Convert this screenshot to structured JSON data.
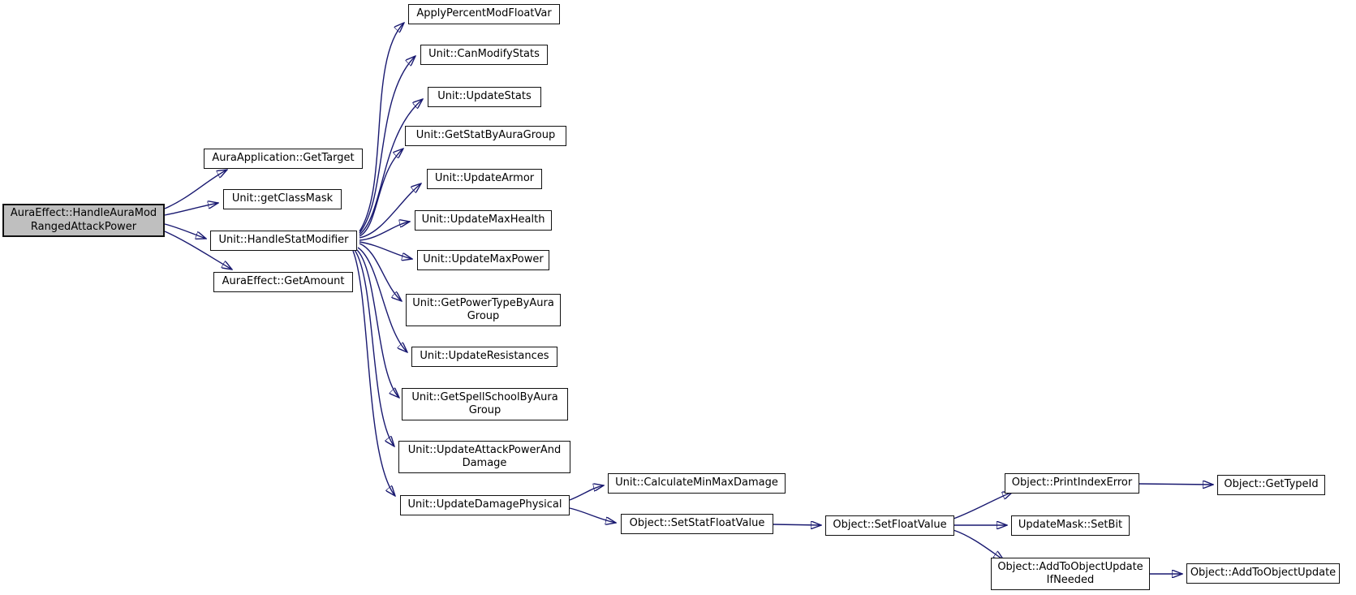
{
  "diagram": {
    "type": "call-graph",
    "background_color": "#ffffff",
    "edge_color": "#191970",
    "node_fill": "#ffffff",
    "node_border_color": "#111111",
    "highlight_fill": "#bfbfbf",
    "nodes": [
      {
        "id": "aura-effect-handle-aura-mod-ranged-attack-power",
        "label": "AuraEffect::HandleAuraMod RangedAttackPower",
        "highlighted": true
      },
      {
        "id": "aura-application-get-target",
        "label": "AuraApplication::GetTarget",
        "highlighted": false
      },
      {
        "id": "unit-get-class-mask",
        "label": "Unit::getClassMask",
        "highlighted": false
      },
      {
        "id": "unit-handle-stat-modifier",
        "label": "Unit::HandleStatModifier",
        "highlighted": false
      },
      {
        "id": "aura-effect-get-amount",
        "label": "AuraEffect::GetAmount",
        "highlighted": false
      },
      {
        "id": "apply-percent-mod-float-var",
        "label": "ApplyPercentModFloatVar",
        "highlighted": false
      },
      {
        "id": "unit-can-modify-stats",
        "label": "Unit::CanModifyStats",
        "highlighted": false
      },
      {
        "id": "unit-update-stats",
        "label": "Unit::UpdateStats",
        "highlighted": false
      },
      {
        "id": "unit-get-stat-by-aura-group",
        "label": "Unit::GetStatByAuraGroup",
        "highlighted": false
      },
      {
        "id": "unit-update-armor",
        "label": "Unit::UpdateArmor",
        "highlighted": false
      },
      {
        "id": "unit-update-max-health",
        "label": "Unit::UpdateMaxHealth",
        "highlighted": false
      },
      {
        "id": "unit-update-max-power",
        "label": "Unit::UpdateMaxPower",
        "highlighted": false
      },
      {
        "id": "unit-get-power-type-by-aura-group",
        "label": "Unit::GetPowerTypeByAura Group",
        "highlighted": false
      },
      {
        "id": "unit-update-resistances",
        "label": "Unit::UpdateResistances",
        "highlighted": false
      },
      {
        "id": "unit-get-spell-school-by-aura-group",
        "label": "Unit::GetSpellSchoolByAura Group",
        "highlighted": false
      },
      {
        "id": "unit-update-attack-power-and-damage",
        "label": "Unit::UpdateAttackPowerAnd Damage",
        "highlighted": false
      },
      {
        "id": "unit-update-damage-physical",
        "label": "Unit::UpdateDamagePhysical",
        "highlighted": false
      },
      {
        "id": "unit-calculate-min-max-damage",
        "label": "Unit::CalculateMinMaxDamage",
        "highlighted": false
      },
      {
        "id": "object-set-stat-float-value",
        "label": "Object::SetStatFloatValue",
        "highlighted": false
      },
      {
        "id": "object-set-float-value",
        "label": "Object::SetFloatValue",
        "highlighted": false
      },
      {
        "id": "object-print-index-error",
        "label": "Object::PrintIndexError",
        "highlighted": false
      },
      {
        "id": "update-mask-set-bit",
        "label": "UpdateMask::SetBit",
        "highlighted": false
      },
      {
        "id": "object-add-to-object-update-if-needed",
        "label": "Object::AddToObjectUpdate IfNeeded",
        "highlighted": false
      },
      {
        "id": "object-get-type-id",
        "label": "Object::GetTypeId",
        "highlighted": false
      },
      {
        "id": "object-add-to-object-update",
        "label": "Object::AddToObjectUpdate",
        "highlighted": false
      }
    ],
    "edges": [
      {
        "from": "aura-effect-handle-aura-mod-ranged-attack-power",
        "to": "aura-application-get-target"
      },
      {
        "from": "aura-effect-handle-aura-mod-ranged-attack-power",
        "to": "unit-get-class-mask"
      },
      {
        "from": "aura-effect-handle-aura-mod-ranged-attack-power",
        "to": "unit-handle-stat-modifier"
      },
      {
        "from": "aura-effect-handle-aura-mod-ranged-attack-power",
        "to": "aura-effect-get-amount"
      },
      {
        "from": "unit-handle-stat-modifier",
        "to": "apply-percent-mod-float-var"
      },
      {
        "from": "unit-handle-stat-modifier",
        "to": "unit-can-modify-stats"
      },
      {
        "from": "unit-handle-stat-modifier",
        "to": "unit-update-stats"
      },
      {
        "from": "unit-handle-stat-modifier",
        "to": "unit-get-stat-by-aura-group"
      },
      {
        "from": "unit-handle-stat-modifier",
        "to": "unit-update-armor"
      },
      {
        "from": "unit-handle-stat-modifier",
        "to": "unit-update-max-health"
      },
      {
        "from": "unit-handle-stat-modifier",
        "to": "unit-update-max-power"
      },
      {
        "from": "unit-handle-stat-modifier",
        "to": "unit-get-power-type-by-aura-group"
      },
      {
        "from": "unit-handle-stat-modifier",
        "to": "unit-update-resistances"
      },
      {
        "from": "unit-handle-stat-modifier",
        "to": "unit-get-spell-school-by-aura-group"
      },
      {
        "from": "unit-handle-stat-modifier",
        "to": "unit-update-attack-power-and-damage"
      },
      {
        "from": "unit-handle-stat-modifier",
        "to": "unit-update-damage-physical"
      },
      {
        "from": "unit-update-damage-physical",
        "to": "unit-calculate-min-max-damage"
      },
      {
        "from": "unit-update-damage-physical",
        "to": "object-set-stat-float-value"
      },
      {
        "from": "object-set-stat-float-value",
        "to": "object-set-float-value"
      },
      {
        "from": "object-set-float-value",
        "to": "object-print-index-error"
      },
      {
        "from": "object-set-float-value",
        "to": "update-mask-set-bit"
      },
      {
        "from": "object-set-float-value",
        "to": "object-add-to-object-update-if-needed"
      },
      {
        "from": "object-print-index-error",
        "to": "object-get-type-id"
      },
      {
        "from": "object-add-to-object-update-if-needed",
        "to": "object-add-to-object-update"
      }
    ]
  }
}
